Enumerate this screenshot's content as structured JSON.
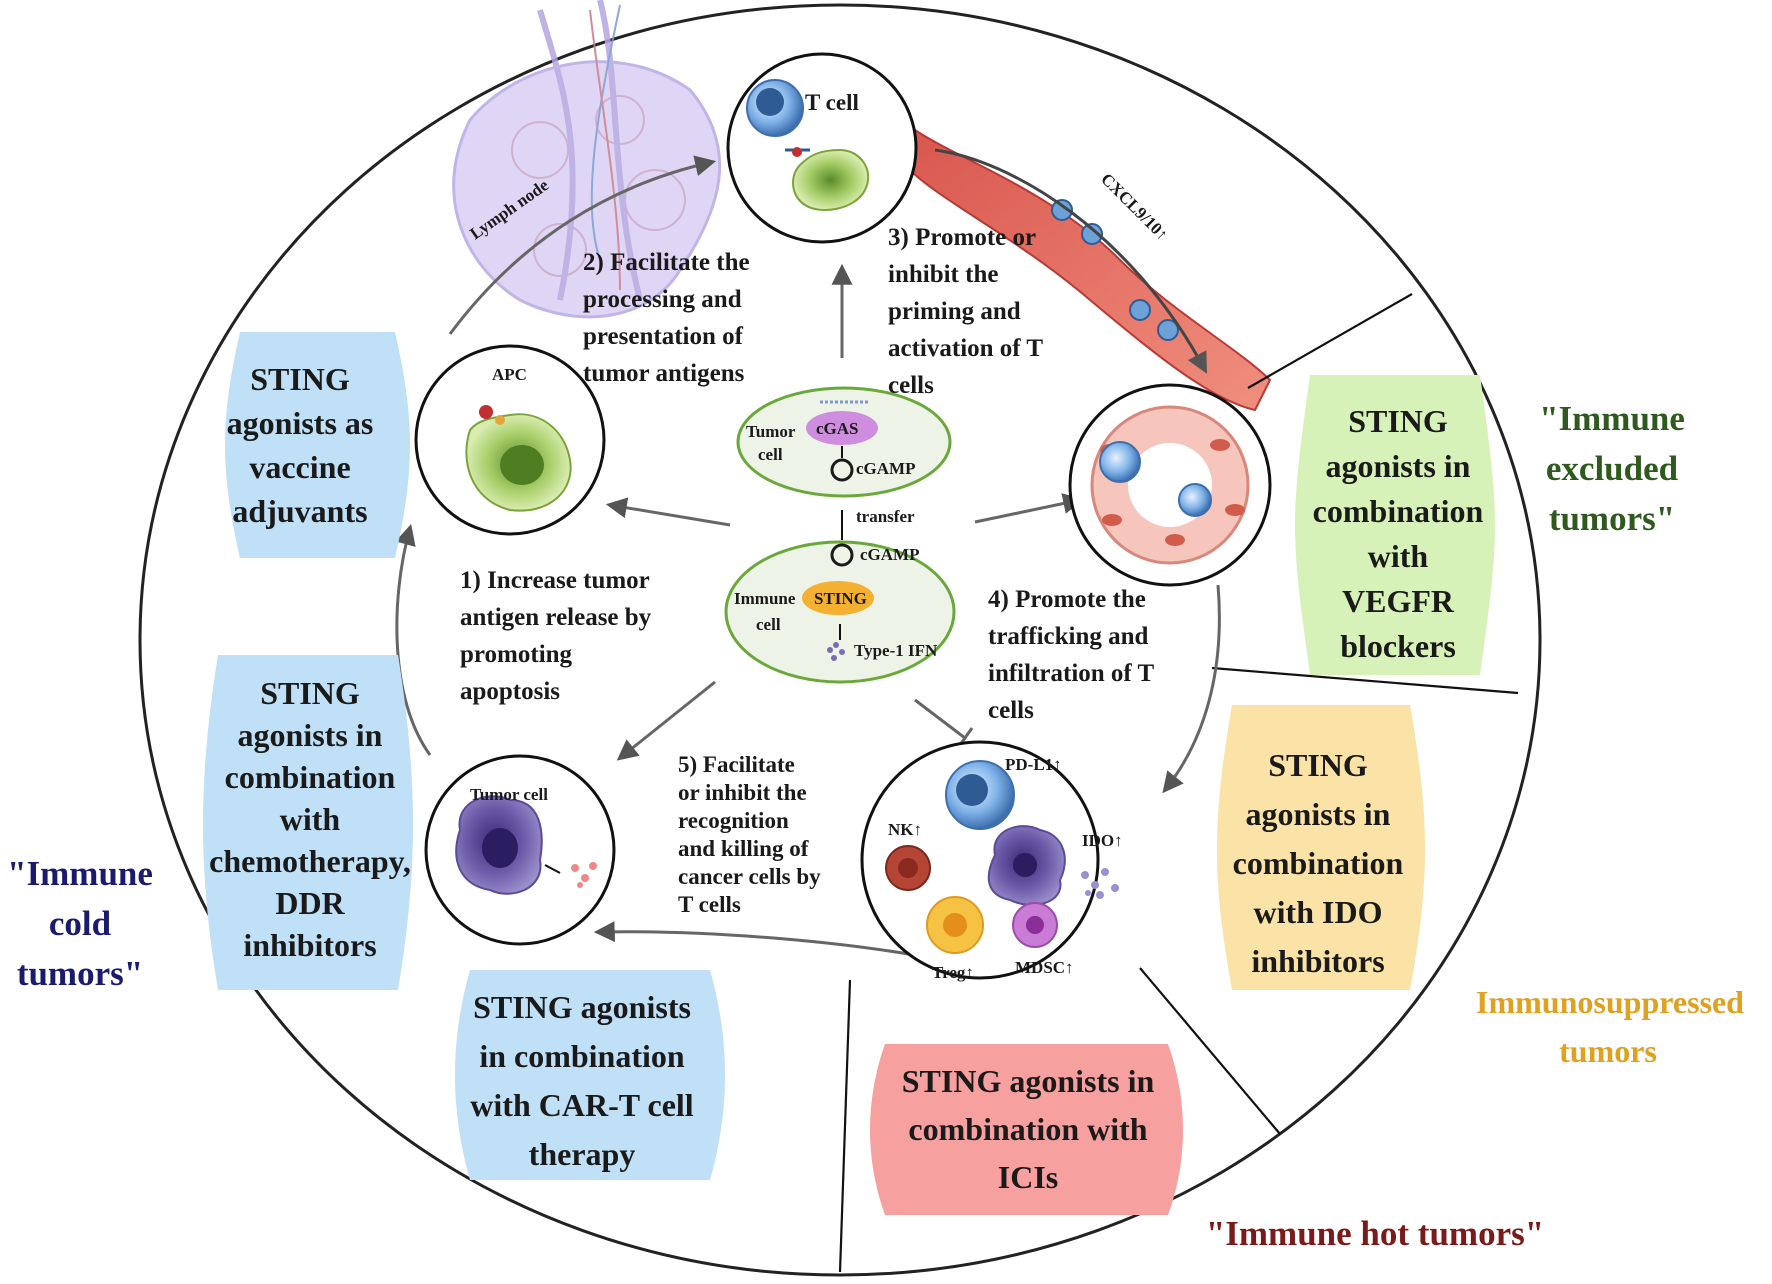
{
  "cells": {
    "t_cell": "T cell",
    "apc": "APC",
    "tumor_cell": "Tumor cell",
    "lymph_node": "Lymph node",
    "cxcl": "CXCL9/10↑",
    "pdl1": "PD-L1↑",
    "nk": "NK↑",
    "ido": "IDO↑",
    "treg": "Treg↑",
    "mdsc": "MDSC↑"
  },
  "center": {
    "tumor_cell": [
      "Tumor",
      "cell"
    ],
    "cgas": "cGAS",
    "cgamp_top": "cGAMP",
    "transfer": "transfer",
    "cgamp_bottom": "cGAMP",
    "immune_cell": [
      "Immune",
      "cell"
    ],
    "sting": "STING",
    "ifn": "Type-1 IFN"
  },
  "steps": {
    "s1": [
      "1) Increase tumor",
      "antigen release by",
      "promoting",
      "apoptosis"
    ],
    "s2": [
      "2) Facilitate the",
      "processing and",
      "presentation of",
      "tumor antigens"
    ],
    "s3": [
      "3)  Promote or",
      "inhibit the",
      "priming and",
      "activation of T",
      "cells"
    ],
    "s4": [
      "4)  Promote the",
      "trafficking and",
      "infiltration of T",
      "cells"
    ],
    "s5": [
      "5)  Facilitate",
      "or inhibit the",
      "recognition",
      "and killing of",
      "cancer cells by",
      "T cells"
    ]
  },
  "boxes": {
    "vaccine": [
      "STING",
      "agonists as",
      "vaccine",
      "adjuvants"
    ],
    "chemo": [
      "STING",
      "agonists in",
      "combination",
      "with",
      "chemotherapy,",
      "DDR",
      "inhibitors"
    ],
    "cart": [
      "STING agonists",
      "in combination",
      "with CAR-T cell",
      "therapy"
    ],
    "icis": [
      "STING agonists in",
      "combination with",
      "ICIs"
    ],
    "ido": [
      "STING",
      "agonists in",
      "combination",
      "with IDO",
      "inhibitors"
    ],
    "vegfr": [
      "STING",
      "agonists in",
      "combination",
      "with",
      "VEGFR",
      "blockers"
    ]
  },
  "categories": {
    "cold": [
      "\"Immune",
      "cold",
      "tumors\""
    ],
    "excluded": [
      "\"Immune",
      "excluded",
      "tumors\""
    ],
    "suppressed": [
      "Immunosuppressed",
      "tumors"
    ],
    "hot": "\"Immune hot tumors\""
  },
  "colors": {
    "cold": "#1a1a6e",
    "excluded": "#2f5a1e",
    "suppressed": "#e0a020",
    "hot": "#7a1a1a",
    "blue_box": "#bfe0f7",
    "green_box": "#d7f2b8",
    "yellow_box": "#fbe3a8",
    "red_box": "#f6a0a0"
  }
}
